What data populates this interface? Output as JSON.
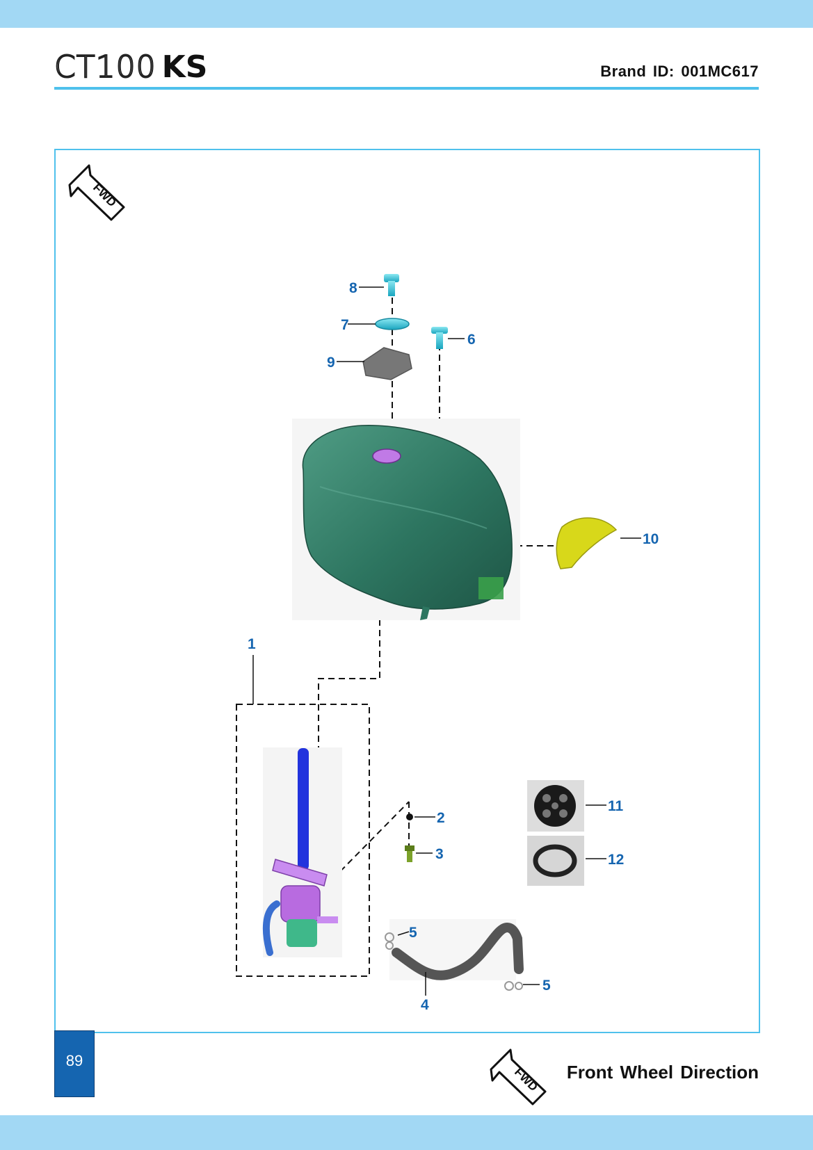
{
  "header": {
    "logo_model": "CT100",
    "logo_variant": "KS",
    "brand_id": "Brand ID: 001MC617"
  },
  "diagram": {
    "fwd_badge": "FWD",
    "callouts": [
      "1",
      "2",
      "3",
      "4",
      "5",
      "5",
      "6",
      "7",
      "8",
      "9",
      "10",
      "11",
      "12"
    ]
  },
  "footer": {
    "page_number": "89",
    "fwd_badge": "FWD",
    "caption": "Front Wheel Direction"
  },
  "colors": {
    "band": "#a2d8f4",
    "accent": "#4fc1ec",
    "callout": "#1565b0",
    "tank": "#2f7a63",
    "tap": "#2233dd",
    "tap_body": "#b86be0",
    "rubber": "#e0e020"
  }
}
